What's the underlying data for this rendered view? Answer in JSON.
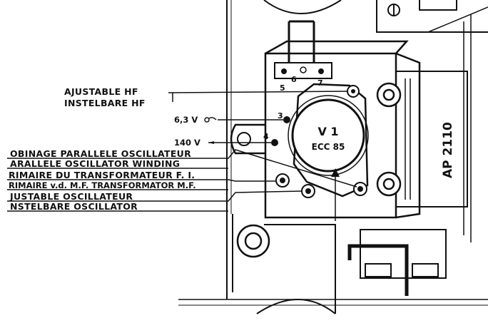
{
  "diagram": {
    "model": "AP 2110",
    "tube": {
      "designation": "V 1",
      "type": "ECC 85"
    },
    "pins": [
      "5",
      "6",
      "7"
    ],
    "points": [
      "3",
      "4"
    ],
    "voltages": {
      "v63": "6,3 V",
      "v140": "140 V"
    },
    "labels": {
      "adj_hf_fr": "AJUSTABLE  HF",
      "adj_hf_nl": "INSTELBARE  HF",
      "bobinage_fr": "OBINAGE PARALLELE OSCILLATEUR",
      "bobinage_en": "ARALLELE OSCILLATOR WINDING",
      "primaire_fr": "RIMAIRE DU TRANSFORMATEUR F. I.",
      "primaire_nl": "RIMAIRE v.d. M.F. TRANSFORMATOR M.F.",
      "ajust_osc_fr": "JUSTABLE OSCILLATEUR",
      "ajust_osc_nl": "NSTELBARE OSCILLATOR"
    }
  }
}
